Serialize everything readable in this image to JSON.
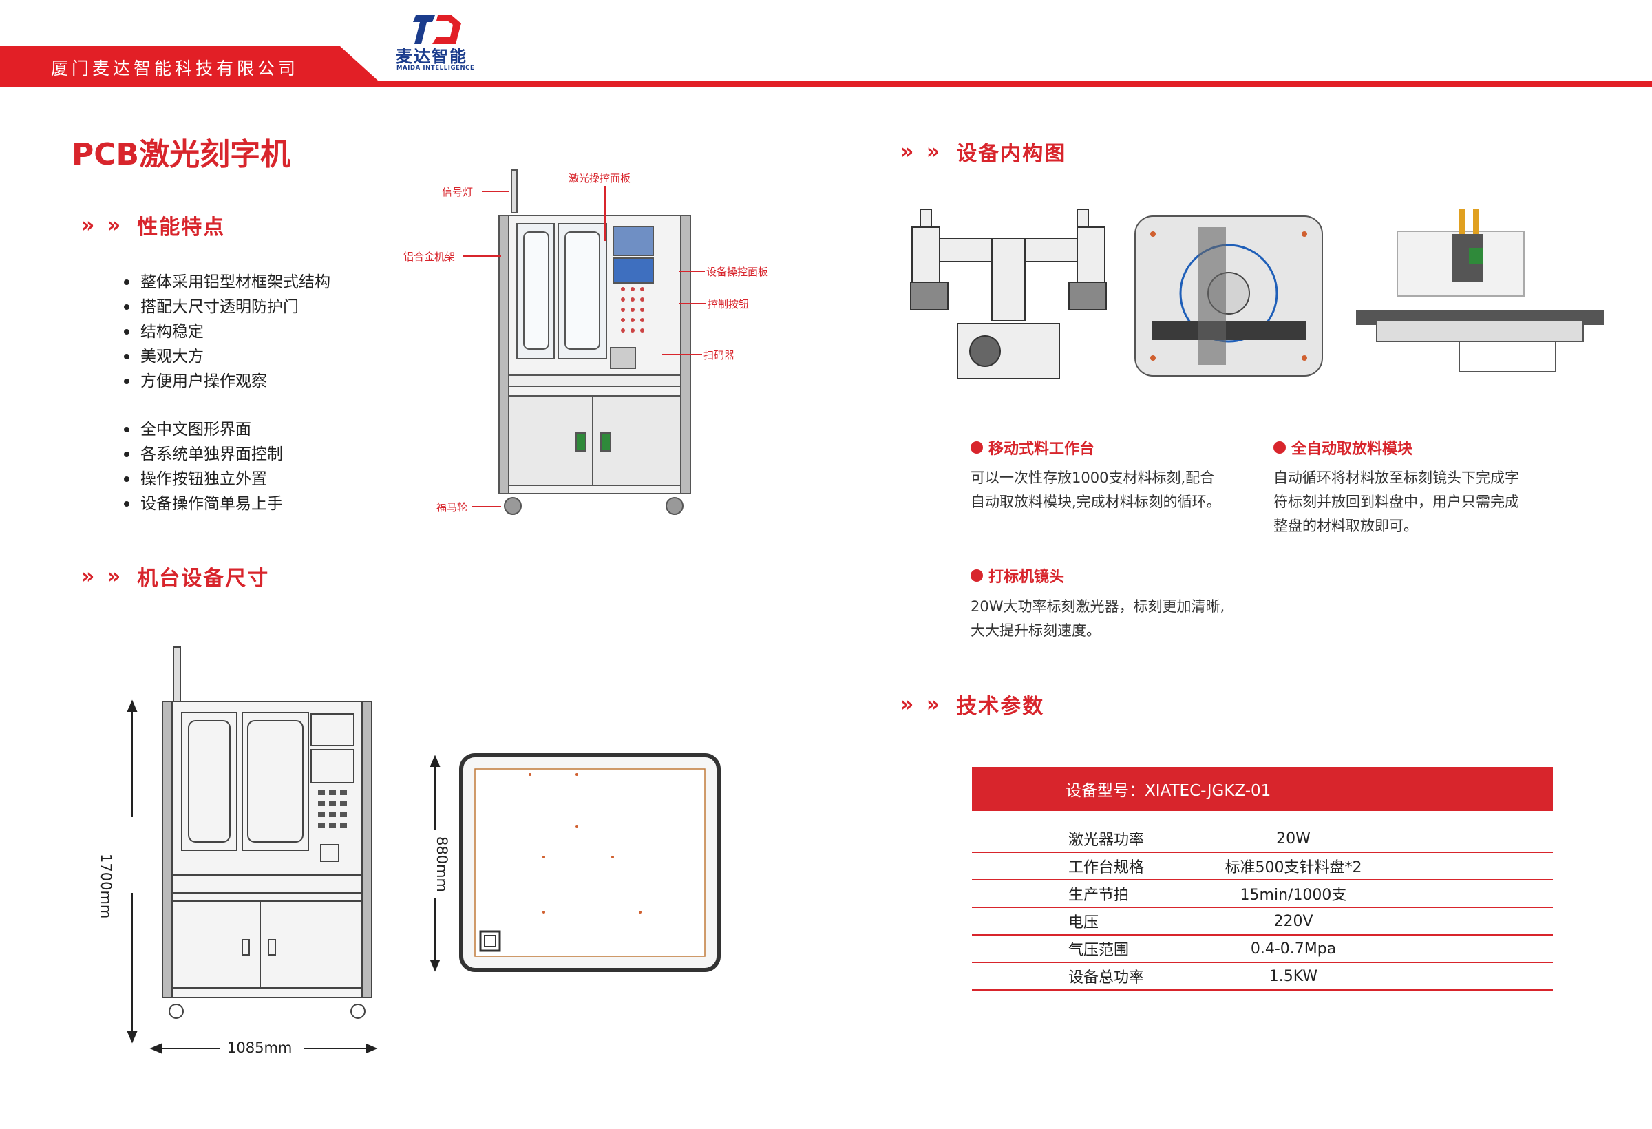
{
  "header": {
    "company": "厦门麦达智能科技有限公司",
    "logo_cn": "麦达智能",
    "logo_en": "MAIDA INTELLIGENCE"
  },
  "product_title": "PCB激光刻字机",
  "features": {
    "heading": "性能特点",
    "group1": [
      "整体采用铝型材框架式结构",
      "搭配大尺寸透明防护门",
      "结构稳定",
      "美观大方",
      "方便用户操作观察"
    ],
    "group2": [
      "全中文图形界面",
      "各系统单独界面控制",
      "操作按钮独立外置",
      "设备操作简单易上手"
    ]
  },
  "machine_callouts": {
    "signal_light": "信号灯",
    "laser_panel": "激光操控面板",
    "frame": "铝合金机架",
    "device_panel": "设备操控面板",
    "control_buttons": "控制按钮",
    "scanner": "扫码器",
    "casters": "福马轮"
  },
  "dimensions": {
    "heading": "机台设备尺寸",
    "height": "1700mm",
    "width": "1085mm",
    "depth": "880mm"
  },
  "internal": {
    "heading": "设备内构图",
    "modules": [
      {
        "title": "移动式料工作台",
        "lines": [
          "可以一次性存放1000支材料标刻,配合",
          "自动取放料模块,完成材料标刻的循环。"
        ]
      },
      {
        "title": "全自动取放料模块",
        "lines": [
          "自动循环将材料放至标刻镜头下完成字",
          "符标刻并放回到料盘中，用户只需完成",
          "整盘的材料取放即可。"
        ]
      },
      {
        "title": "打标机镜头",
        "lines": [
          "20W大功率标刻激光器，标刻更加清晰,",
          "大大提升标刻速度。"
        ]
      }
    ]
  },
  "tech": {
    "heading": "技术参数",
    "model": "设备型号：XIATEC-JGKZ-01",
    "rows": [
      {
        "k": "激光器功率",
        "v": "20W"
      },
      {
        "k": "工作台规格",
        "v": "标准500支针料盘*2"
      },
      {
        "k": "生产节拍",
        "v": "15min/1000支"
      },
      {
        "k": "电压",
        "v": "220V"
      },
      {
        "k": "气压范围",
        "v": "0.4-0.7Mpa"
      },
      {
        "k": "设备总功率",
        "v": "1.5KW"
      }
    ]
  },
  "colors": {
    "brand_red": "#e21f26",
    "logo_blue": "#1b3c8c"
  }
}
